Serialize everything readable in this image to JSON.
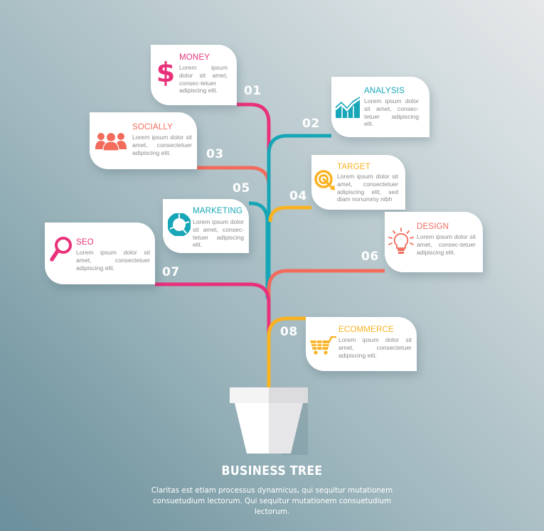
{
  "title": "BUSINESS TREE",
  "description": "Claritas est etiam processus dynamicus, qui sequitur mutationem consuetudium lectorum.  Qui sequitur mutationem consuetudium lectorum.",
  "colors": {
    "pink": "#e8317a",
    "teal": "#17a6b7",
    "salmon": "#f26b5b",
    "yellow": "#f9b221",
    "card_bg": "#ffffff",
    "body_text": "#8a8a8a",
    "pot_light": "#ffffff",
    "pot_shade": "#e4e4e6"
  },
  "branches": [
    {
      "number": "01",
      "title": "MONEY",
      "icon": "dollar-icon",
      "color": "#e8317a",
      "text": "Lorem ipsum dolor sit amet, consec-tetuer adipiscing elit."
    },
    {
      "number": "02",
      "title": "ANALYSIS",
      "icon": "chart-icon",
      "color": "#17a6b7",
      "text": "Lorem ipsum dolor sit amet, consec-tetuer adipiscing elit."
    },
    {
      "number": "03",
      "title": "SOCIALLY",
      "icon": "people-icon",
      "color": "#f26b5b",
      "text": "Lorem ipsum dolor sit amet, consectetuer adipiscing elit."
    },
    {
      "number": "04",
      "title": "TARGET",
      "icon": "target-icon",
      "color": "#f9b221",
      "text": "Lorem ipsum dolor sit amet, consectetuer adipiscing elit, sed diam nonummy nibh"
    },
    {
      "number": "05",
      "title": "MARKETING",
      "icon": "pie-chart-icon",
      "color": "#17a6b7",
      "text": "Lorem ipsum dolor sit amet, consec-tetuer adipiscing elit."
    },
    {
      "number": "06",
      "title": "DESIGN",
      "icon": "lightbulb-icon",
      "color": "#f26b5b",
      "text": "Lorem ipsum dolor sit amet, consec-tetuer adipiscing elit."
    },
    {
      "number": "07",
      "title": "SEO",
      "icon": "magnifier-icon",
      "color": "#e8317a",
      "text": "Lorem ipsum dolor sit amet, consectetuer adipiscing elit."
    },
    {
      "number": "08",
      "title": "ECOMMERCE",
      "icon": "cart-icon",
      "color": "#f9b221",
      "text": "Lorem ipsum dolor sit amet, consectetuer adipiscing elit."
    }
  ]
}
